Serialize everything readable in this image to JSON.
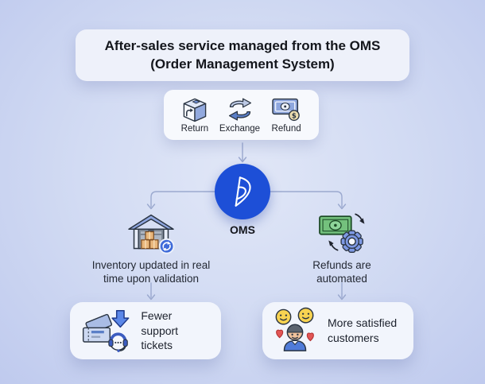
{
  "title": {
    "lines": [
      "After-sales service managed from the OMS",
      "(Order Management System)"
    ]
  },
  "services": {
    "items": [
      {
        "label": "Return",
        "icon": "return-box-icon"
      },
      {
        "label": "Exchange",
        "icon": "exchange-arrows-icon"
      },
      {
        "label": "Refund",
        "icon": "refund-banknote-icon"
      }
    ]
  },
  "oms": {
    "label": "OMS",
    "icon": "oms-logo-icon",
    "brand_color": "#1d4fd7"
  },
  "branches": {
    "left": {
      "icon": "warehouse-sync-icon",
      "lines": [
        "Inventory updated in real",
        "time upon validation"
      ],
      "full_text": "Inventory updated in real time upon validation",
      "outcome_icon": "support-tickets-icon",
      "outcome_lines": [
        "Fewer support",
        "tickets"
      ],
      "outcome_full_text": "Fewer support tickets"
    },
    "right": {
      "icon": "money-gear-icon",
      "lines": [
        "Refunds are",
        "automated"
      ],
      "full_text": "Refunds are automated",
      "outcome_icon": "happy-customers-icon",
      "outcome_lines": [
        "More satisfied",
        "customers"
      ],
      "outcome_full_text": "More satisfied customers"
    }
  },
  "colors": {
    "background": "#c7d1ef",
    "card_background": "#f6f8fd",
    "oms_blue": "#1d4fd7",
    "connector": "#9ba9cf",
    "money_green": "#74c17d",
    "accent_blue": "#5b7fc7"
  }
}
